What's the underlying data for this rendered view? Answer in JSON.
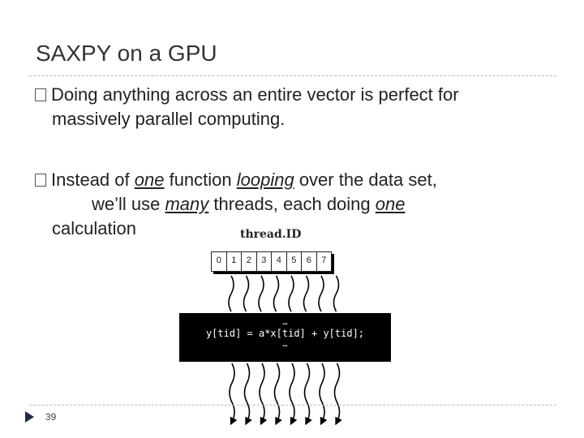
{
  "slide": {
    "title": "SAXPY on a GPU",
    "bullets": [
      {
        "line1": "Doing anything across an entire vector is perfect for",
        "line2": "massively parallel computing."
      },
      {
        "line1_a": "Instead of ",
        "line1_b": "one",
        "line1_c": " function ",
        "line1_d": "looping",
        "line1_e": " over the data set,",
        "line2_a": "we’ll use ",
        "line2_b": "many",
        "line2_c": " threads, each doing ",
        "line2_d": "one",
        "line3": "calculation"
      }
    ]
  },
  "diagram": {
    "thread_label": "thread.ID",
    "thread_ids": [
      "0",
      "1",
      "2",
      "3",
      "4",
      "5",
      "6",
      "7"
    ],
    "code_dots_top": "…",
    "code_line": "y[tid] = a*x[tid] + y[tid];",
    "code_dots_bottom": "…"
  },
  "footer": {
    "page_number": "39"
  },
  "colors": {
    "code_background": "#000000",
    "marker": "#1f2d4a"
  }
}
